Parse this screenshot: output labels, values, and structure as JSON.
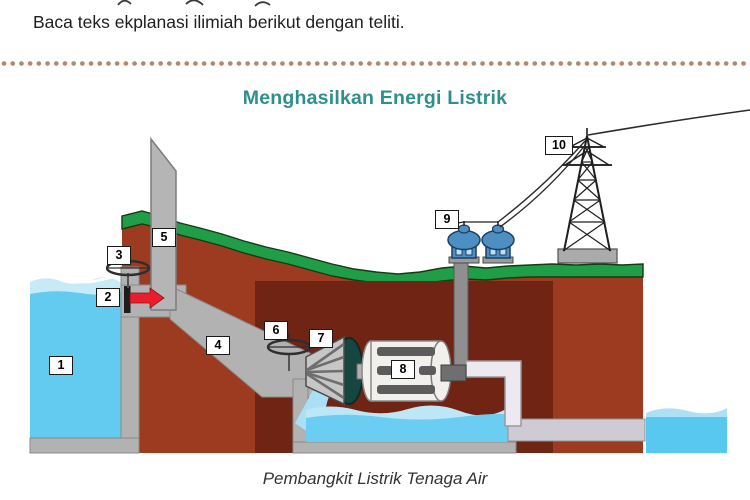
{
  "page": {
    "instruction": "Baca teks ekplanasi ilimiah berikut dengan teliti.",
    "title": "Menghasilkan Energi Listrik",
    "caption": "Pembangkit Listrik Tenaga Air"
  },
  "diagram": {
    "labels": [
      "1",
      "2",
      "3",
      "4",
      "5",
      "6",
      "7",
      "8",
      "9",
      "10"
    ]
  },
  "colors": {
    "title_teal": "#2f8f8c",
    "dotted_line_brown": "#b5876b",
    "reservoir_blue": "#63caf0",
    "water_light_blue": "#c7eaf7",
    "grass_green": "#1f9e47",
    "earth_red": "#9d3b21",
    "cavern_dark_red": "#6f2414",
    "pipe_gray": "#b2b2b2",
    "outflow_pipe_gray": "#cfcbd4",
    "turbine_teal": "#174540",
    "generator_white": "#f2f0ec",
    "transformer_blue": "#4e8fc3",
    "arrow_red": "#e91e2c"
  }
}
